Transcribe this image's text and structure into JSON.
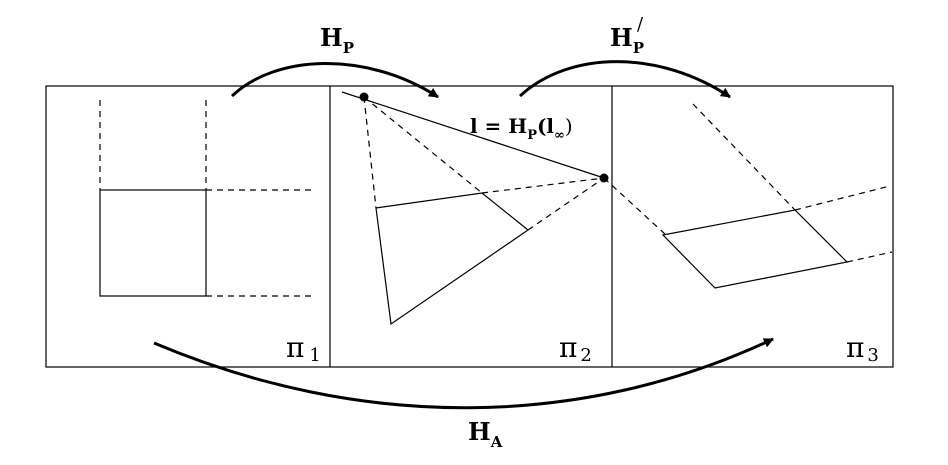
{
  "labels": {
    "hp_main": "H",
    "hp_sub": "P",
    "hp2_main": "H",
    "hp2_sub": "P",
    "hp2_prime": "/",
    "ha_main": "H",
    "ha_sub": "A",
    "line_l_prefix": "l = H",
    "line_l_sub": "P",
    "line_l_open": "(l",
    "line_l_inf": "∞",
    "line_l_close": ")",
    "pi1_main": "π",
    "pi1_sub": "1",
    "pi2_main": "π",
    "pi2_sub": "2",
    "pi3_main": "π",
    "pi3_sub": "3"
  },
  "colors": {
    "stroke": "#000000",
    "background": "#ffffff"
  }
}
